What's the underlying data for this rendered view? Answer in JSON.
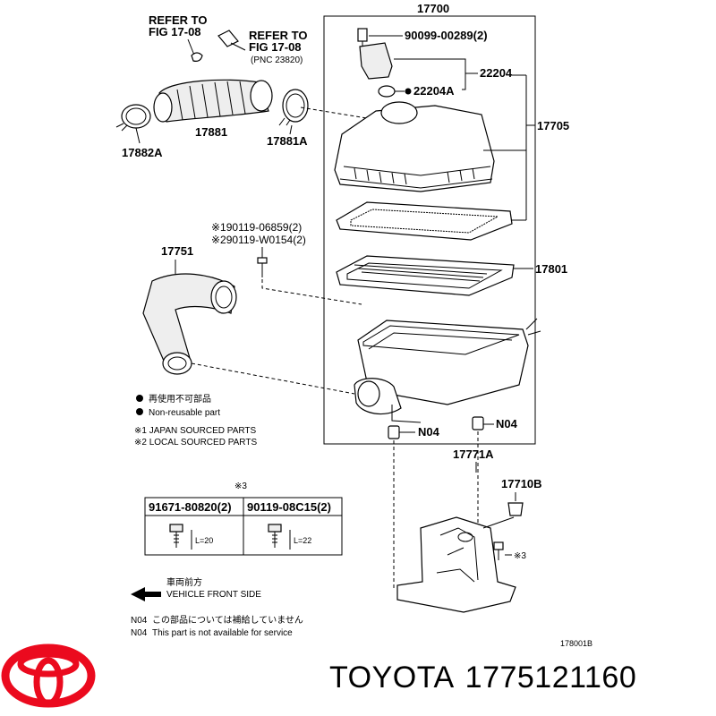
{
  "diagram": {
    "callouts": {
      "c17700": "17700",
      "c90099": "90099-00289(2)",
      "c22204": "22204",
      "c22204A": "22204A",
      "c17705": "17705",
      "c17881": "17881",
      "c17881A": "17881A",
      "c17882A": "17882A",
      "c17751": "17751",
      "c90119a": "※190119-06859(2)",
      "c90119b": "※290119-W0154(2)",
      "c17801": "17801",
      "cN04a": "N04",
      "cN04b": "N04",
      "c17771A": "17771A",
      "c17710B": "17710B",
      "cX3": "※3",
      "cX3b": "※3"
    },
    "refer_notes": [
      {
        "line1": "REFER TO",
        "line2": "FIG 17-08"
      },
      {
        "line1": "REFER TO",
        "line2": "FIG 17-08",
        "line3": "(PNC 23820)"
      }
    ],
    "legend": {
      "jp_nonreusable": "再使用不可部品",
      "nonreusable": "Non-reusable part",
      "japan_sourced": "※1 JAPAN SOURCED PARTS",
      "local_sourced": "※2 LOCAL SOURCED PARTS"
    },
    "bolt_table": {
      "note": "※3",
      "col1": "91671-80820(2)",
      "col2": "90119-08C15(2)",
      "len1": "L=20",
      "len2": "L=22"
    },
    "front": {
      "jp": "車両前方",
      "en": "VEHICLE FRONT SIDE"
    },
    "notes": {
      "n04_jp_code": "N04",
      "n04_jp": "この部品については補給していません",
      "n04_en_code": "N04",
      "n04_en": "This part is not available for service"
    },
    "figure_code": "178001B"
  },
  "brand": {
    "name": "TOYOTA",
    "part_number": "1775121160",
    "logo_color": "#eb0a1e"
  }
}
